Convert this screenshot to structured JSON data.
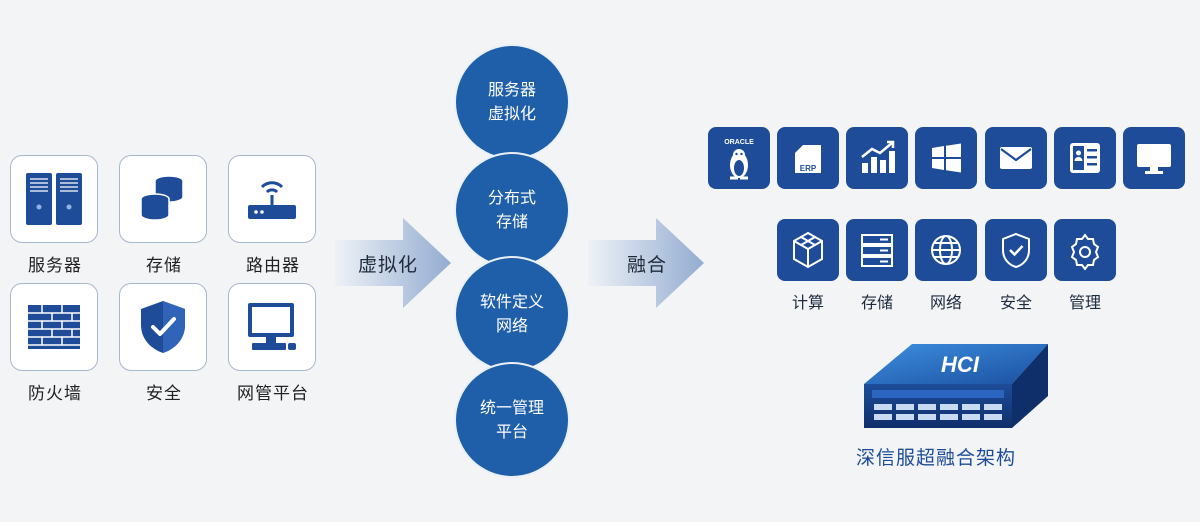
{
  "devices": [
    {
      "label": "服务器",
      "icon": "server-icon"
    },
    {
      "label": "存储",
      "icon": "database-icon"
    },
    {
      "label": "路由器",
      "icon": "router-icon"
    },
    {
      "label": "防火墙",
      "icon": "firewall-icon"
    },
    {
      "label": "安全",
      "icon": "shield-check-icon"
    },
    {
      "label": "网管平台",
      "icon": "monitor-icon"
    }
  ],
  "arrow1": {
    "label": "虚拟化"
  },
  "arrow2": {
    "label": "融合"
  },
  "circles": [
    {
      "line1": "服务器",
      "line2": "虚拟化"
    },
    {
      "line1": "分布式",
      "line2": "存储"
    },
    {
      "line1": "软件定义",
      "line2": "网络"
    },
    {
      "line1": "统一管理",
      "line2": "平台"
    }
  ],
  "app_tiles": [
    {
      "icon": "oracle-linux-icon",
      "text": "ORACLE"
    },
    {
      "icon": "erp-icon",
      "text": "ERP"
    },
    {
      "icon": "chart-icon"
    },
    {
      "icon": "windows-icon"
    },
    {
      "icon": "mail-icon"
    },
    {
      "icon": "contacts-icon"
    },
    {
      "icon": "desktop-icon"
    }
  ],
  "service_tiles": [
    {
      "icon": "compute-icon",
      "label": "计算"
    },
    {
      "icon": "storage-icon",
      "label": "存储"
    },
    {
      "icon": "globe-icon",
      "label": "网络"
    },
    {
      "icon": "shield-icon",
      "label": "安全"
    },
    {
      "icon": "gear-icon",
      "label": "管理"
    }
  ],
  "hci": {
    "badge": "HCI",
    "caption": "深信服超融合架构"
  },
  "colors": {
    "primary": "#1e4c99",
    "circle": "#1f5ea8",
    "arrow_start": "#eef2f7",
    "arrow_end": "#93acd0"
  }
}
